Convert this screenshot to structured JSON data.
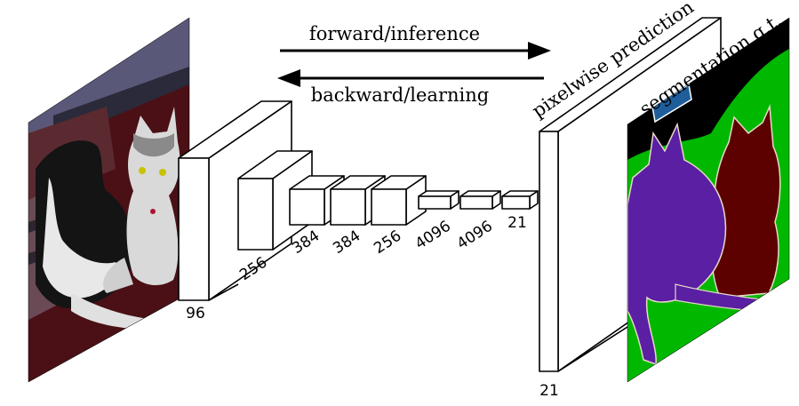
{
  "arrows": {
    "forward_label": "forward/inference",
    "backward_label": "backward/learning"
  },
  "layers": {
    "conv1": "96",
    "conv2": "256",
    "conv3": "384",
    "conv4": "384",
    "conv5": "256",
    "fc6": "4096",
    "fc7": "4096",
    "fc8": "21"
  },
  "output": {
    "prediction_label": "pixelwise prediction",
    "prediction_channels": "21",
    "groundtruth_label": "segmentation g.t."
  },
  "colors": {
    "seg_background": "#000000",
    "seg_dog": "#5a1fa3",
    "seg_cat": "#5c0000",
    "seg_sofa": "#00b800",
    "seg_tag": "#1f5e9b"
  }
}
